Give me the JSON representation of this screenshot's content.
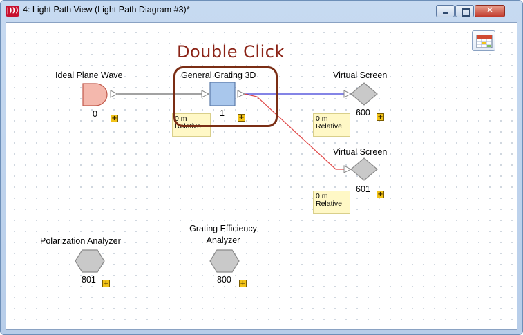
{
  "window": {
    "title": "4: Light Path View (Light Path Diagram #3)*",
    "app_icon_text": "|)))",
    "close_glyph": "✕"
  },
  "annotation": {
    "text": "Double Click"
  },
  "nodes": {
    "ideal_plane_wave": {
      "label": "Ideal Plane Wave",
      "index": "0"
    },
    "general_grating": {
      "label": "General Grating 3D",
      "index": "1",
      "rel_distance": "0 m",
      "rel_mode": "Relative"
    },
    "virtual_screen_600": {
      "label": "Virtual Screen",
      "index": "600",
      "rel_distance": "0 m",
      "rel_mode": "Relative"
    },
    "virtual_screen_601": {
      "label": "Virtual Screen",
      "index": "601",
      "rel_distance": "0 m",
      "rel_mode": "Relative"
    },
    "polarization_analyzer": {
      "label": "Polarization Analyzer",
      "index": "801"
    },
    "grating_efficiency_analyzer": {
      "label_line1": "Grating Efficiency",
      "label_line2": "Analyzer",
      "index": "800"
    }
  },
  "expand_glyph": "+",
  "colors": {
    "wire_main": "#6b6b6b",
    "wire_order_blue": "#3a3ad6",
    "wire_order_red": "#e04a4a",
    "source_fill": "#f4b8ad",
    "grating_fill": "#a9c7ec",
    "detector_fill": "#c9c9c9",
    "annotation": "#8b2316"
  }
}
